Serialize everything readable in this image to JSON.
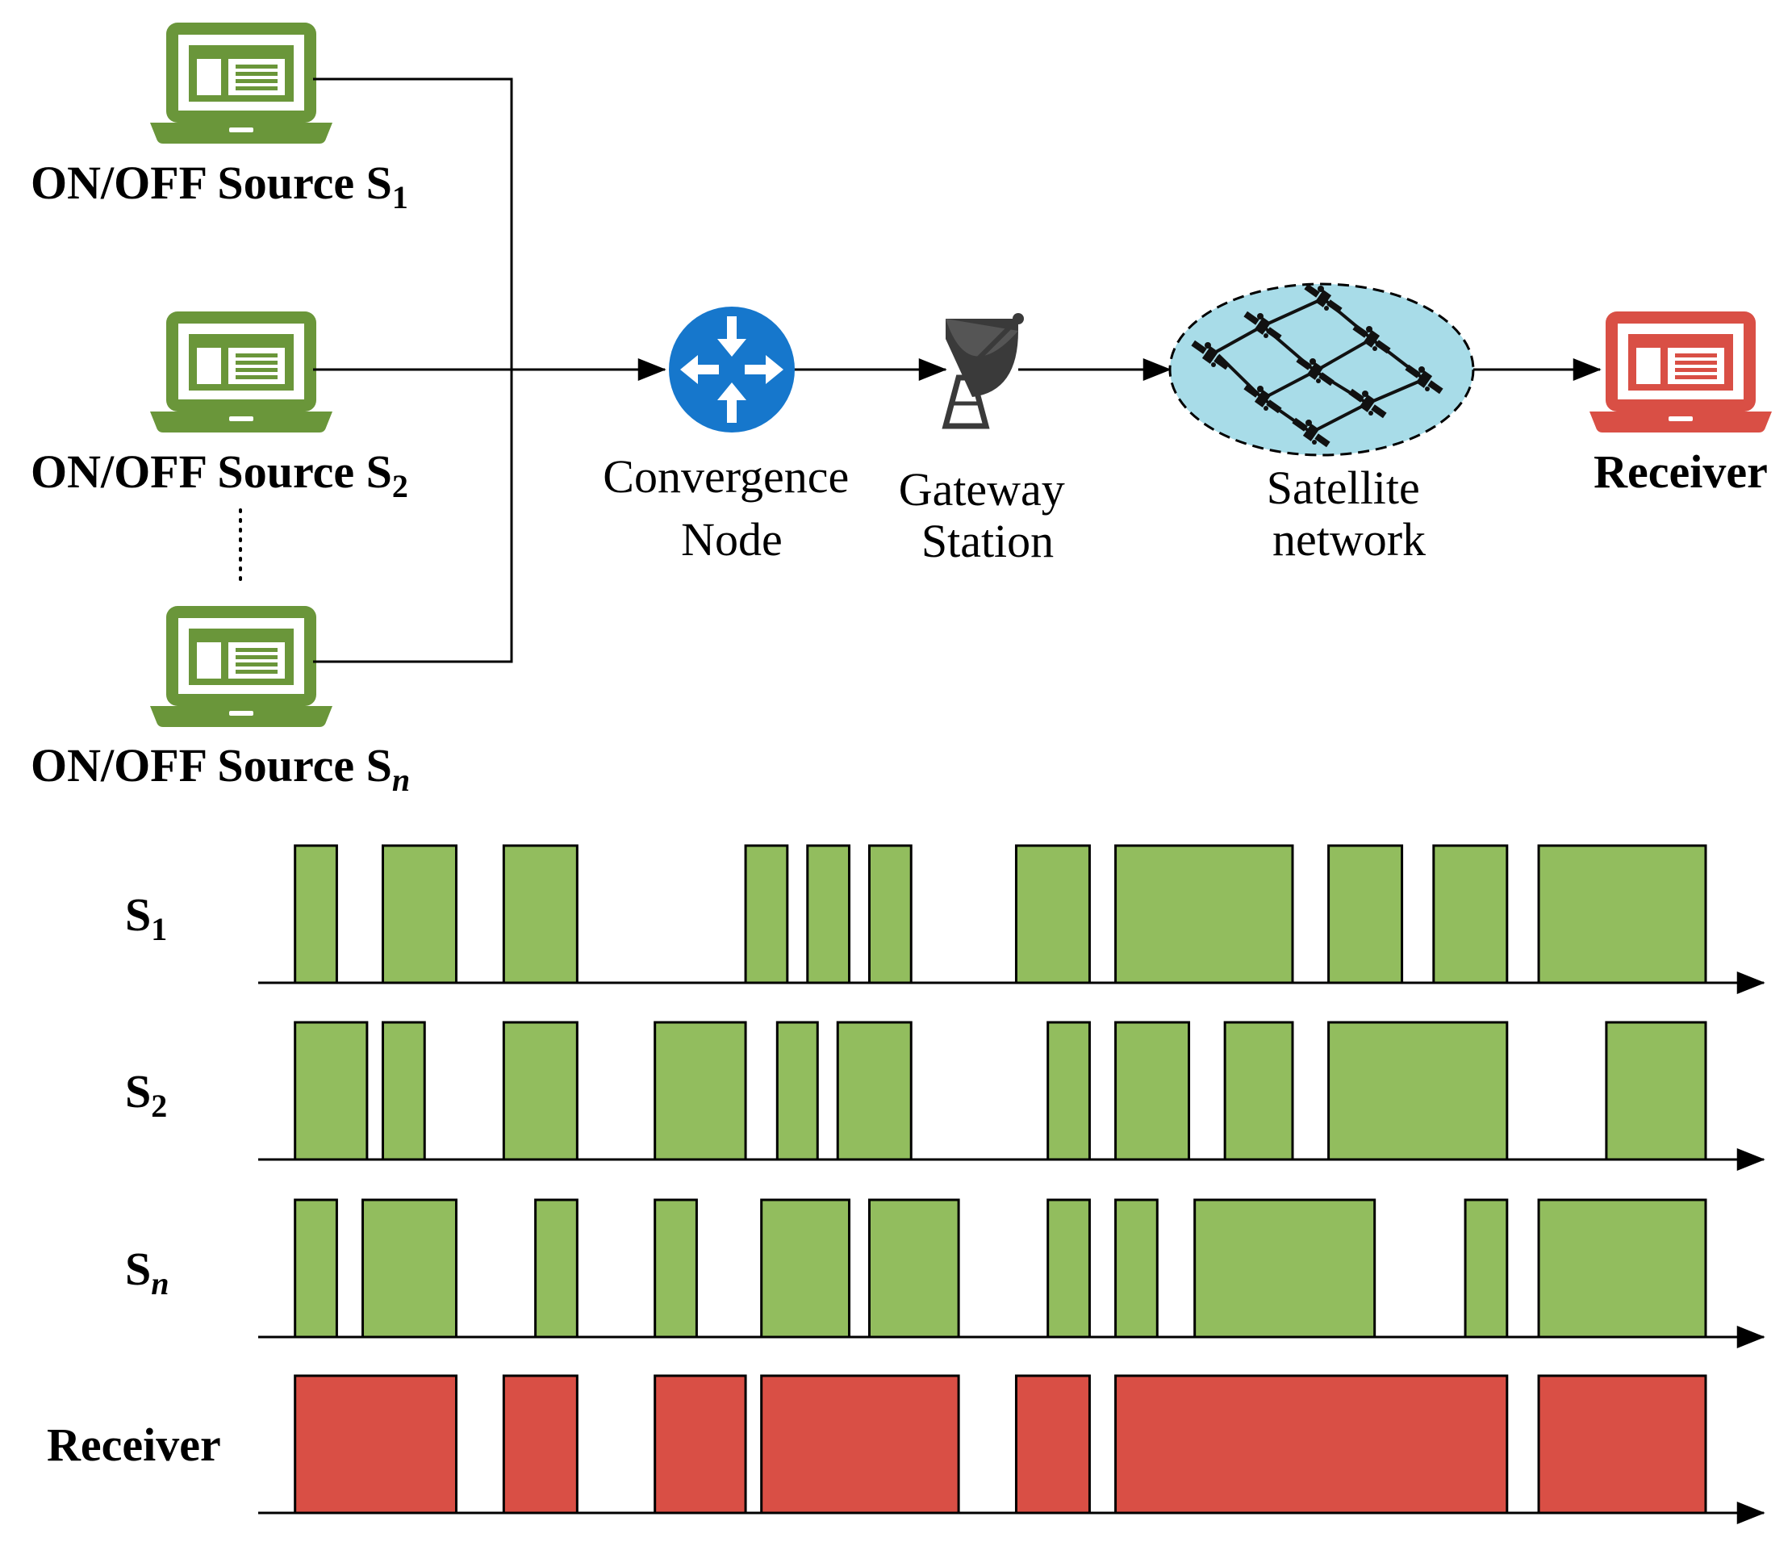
{
  "sources": [
    {
      "label": "ON/OFF Source S",
      "sub": "1",
      "sub_italic": false
    },
    {
      "label": "ON/OFF Source S",
      "sub": "2",
      "sub_italic": false
    },
    {
      "label": "ON/OFF Source S",
      "sub": "n",
      "sub_italic": true
    }
  ],
  "nodes": {
    "convergence": [
      "Convergence",
      "Node"
    ],
    "gateway": [
      "Gateway",
      "Station"
    ],
    "satellite": [
      "Satellite",
      "network"
    ],
    "receiver": "Receiver"
  },
  "timeline": {
    "time_range": [
      0,
      100
    ],
    "rows": [
      {
        "label": "S",
        "sub": "1",
        "sub_italic": false,
        "bold_label": true,
        "color": "#92bd5e",
        "on_intervals": [
          [
            2,
            4.9
          ],
          [
            8.1,
            13.2
          ],
          [
            16.5,
            21.6
          ],
          [
            33.3,
            36.2
          ],
          [
            37.6,
            40.5
          ],
          [
            41.9,
            44.8
          ],
          [
            52.1,
            57.2
          ],
          [
            59.0,
            71.3
          ],
          [
            73.8,
            78.9
          ],
          [
            81.1,
            86.2
          ],
          [
            88.4,
            100
          ]
        ]
      },
      {
        "label": "S",
        "sub": "2",
        "sub_italic": false,
        "bold_label": true,
        "color": "#92bd5e",
        "on_intervals": [
          [
            2,
            7.0
          ],
          [
            8.1,
            11.0
          ],
          [
            16.5,
            21.6
          ],
          [
            27.0,
            33.3
          ],
          [
            35.5,
            38.3
          ],
          [
            39.7,
            44.8
          ],
          [
            54.3,
            57.2
          ],
          [
            59.0,
            64.1
          ],
          [
            66.6,
            71.3
          ],
          [
            73.8,
            86.2
          ],
          [
            93.1,
            100
          ]
        ]
      },
      {
        "label": "S",
        "sub": "n",
        "sub_italic": true,
        "bold_label": true,
        "color": "#92bd5e",
        "on_intervals": [
          [
            2,
            4.9
          ],
          [
            6.7,
            13.2
          ],
          [
            18.7,
            21.6
          ],
          [
            27.0,
            29.9
          ],
          [
            34.4,
            40.5
          ],
          [
            41.9,
            48.1
          ],
          [
            54.3,
            57.2
          ],
          [
            59.0,
            61.9
          ],
          [
            64.5,
            77.0
          ],
          [
            83.3,
            86.2
          ],
          [
            88.4,
            100
          ]
        ]
      },
      {
        "label": "Receiver",
        "sub": "",
        "sub_italic": false,
        "bold_label": true,
        "color": "#d94f45",
        "on_intervals": [
          [
            2,
            13.2
          ],
          [
            16.5,
            21.6
          ],
          [
            27.0,
            33.3
          ],
          [
            34.4,
            48.1
          ],
          [
            52.1,
            57.2
          ],
          [
            59.0,
            86.2
          ],
          [
            88.4,
            100
          ]
        ]
      }
    ]
  },
  "colors": {
    "source_laptop": "#6a963a",
    "receiver_laptop": "#d94f45",
    "router": "#1677cc",
    "satellite_cloud": "#a8dce8"
  },
  "icons": [
    "laptop-icon",
    "router-icon",
    "satellite-dish-icon",
    "satellite-network-icon"
  ]
}
